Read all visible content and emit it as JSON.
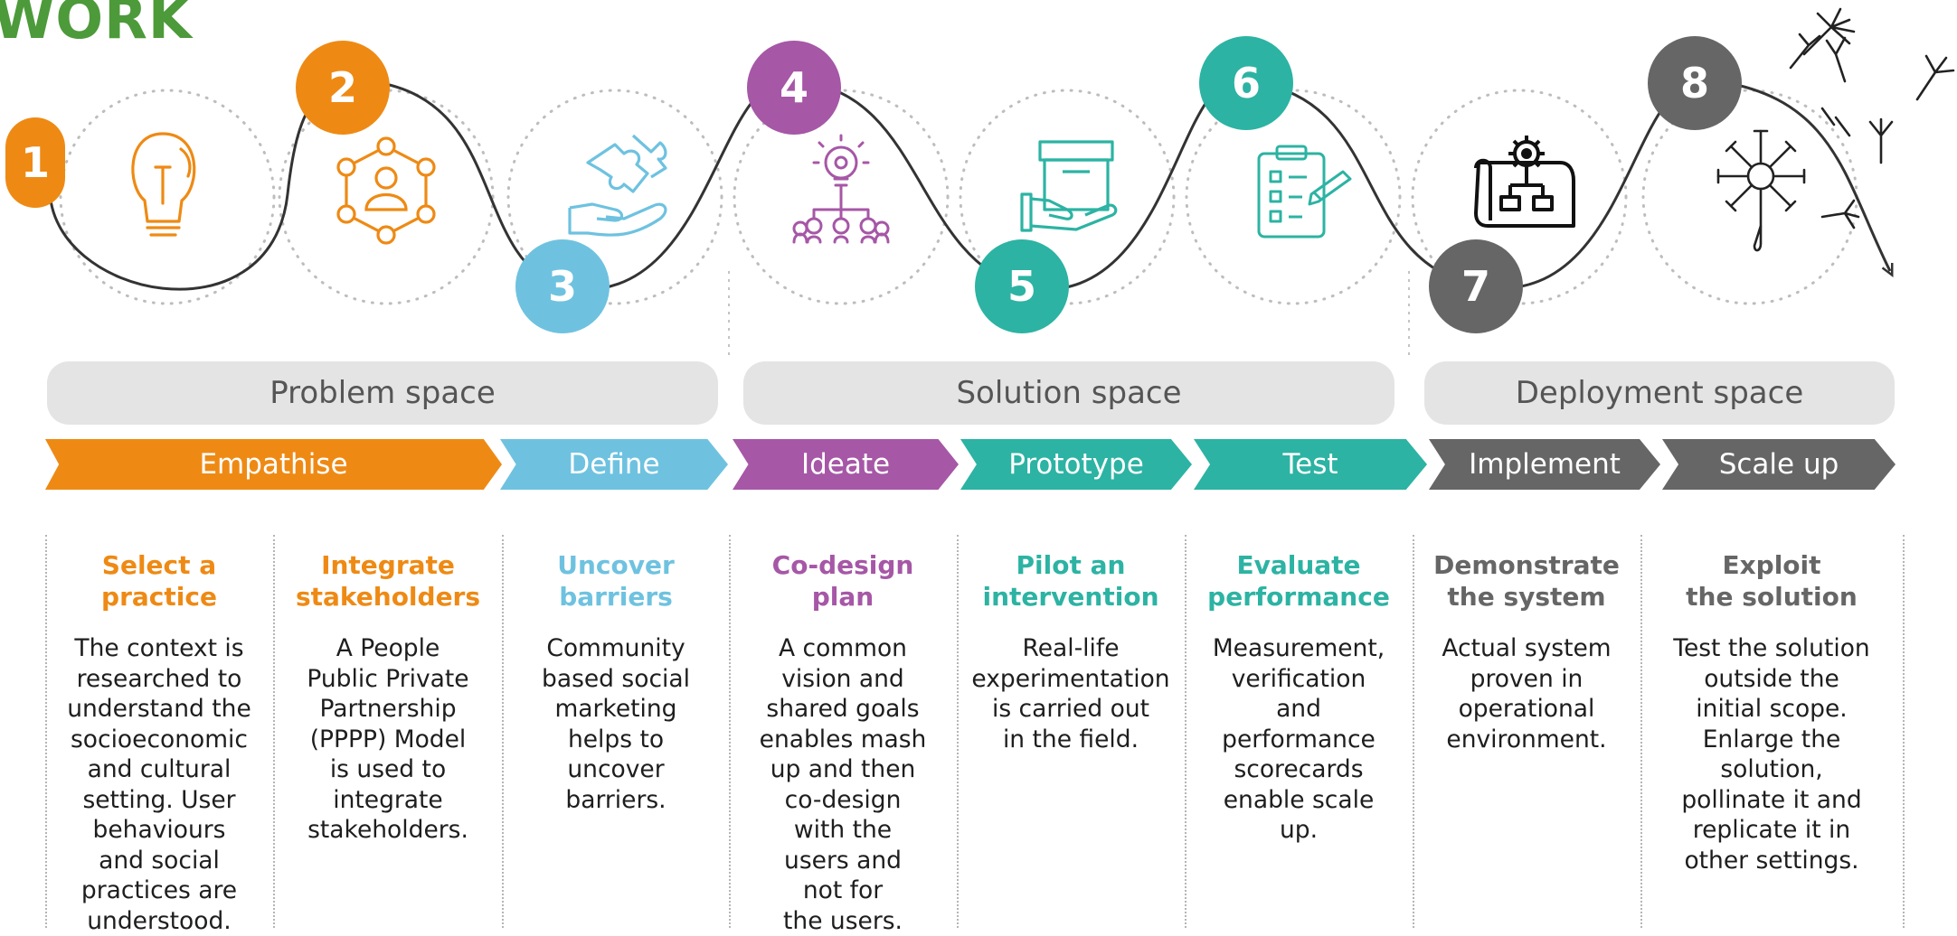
{
  "title": "WORK",
  "colors": {
    "empathise": "#ee8a14",
    "define": "#6ec2e0",
    "ideate": "#a657a6",
    "prototype": "#2cb3a3",
    "test": "#2cb3a3",
    "implement": "#666666",
    "scale_up": "#666666",
    "space_bg": "#e4e4e4"
  },
  "steps": [
    {
      "number": "1",
      "icon": "lightbulb-icon"
    },
    {
      "number": "2",
      "icon": "stakeholder-network-icon"
    },
    {
      "number": "3",
      "icon": "hand-puzzle-icon"
    },
    {
      "number": "4",
      "icon": "idea-team-icon"
    },
    {
      "number": "5",
      "icon": "hand-box-icon"
    },
    {
      "number": "6",
      "icon": "checklist-pen-icon"
    },
    {
      "number": "7",
      "icon": "blueprint-gear-icon"
    },
    {
      "number": "8",
      "icon": "dandelion-icon"
    }
  ],
  "spaces": [
    {
      "label": "Problem space"
    },
    {
      "label": "Solution space"
    },
    {
      "label": "Deployment space"
    }
  ],
  "phases": [
    {
      "label": "Empathise"
    },
    {
      "label": "Define"
    },
    {
      "label": "Ideate"
    },
    {
      "label": "Prototype"
    },
    {
      "label": "Test"
    },
    {
      "label": "Implement"
    },
    {
      "label": "Scale up"
    }
  ],
  "columns": [
    {
      "heading": [
        "Select a",
        "practice"
      ],
      "text": "The context is\nresearched to\nunderstand the\nsocioeconomic\nand cultural\nsetting. User\nbehaviours\nand social\npractices are\nunderstood."
    },
    {
      "heading": [
        "Integrate",
        "stakeholders"
      ],
      "text": "A People\nPublic Private\nPartnership\n(PPPP) Model\nis used to\nintegrate\nstakeholders."
    },
    {
      "heading": [
        "Uncover",
        "barriers"
      ],
      "text": "Community\nbased social\nmarketing\nhelps to\nuncover\nbarriers."
    },
    {
      "heading": [
        "Co-design",
        "plan"
      ],
      "text": "A common\nvision and\nshared goals\nenables mash\nup and then\nco-design\nwith the\nusers and\nnot for\nthe users."
    },
    {
      "heading": [
        "Pilot an",
        "intervention"
      ],
      "text": "Real-life\nexperimentation\nis carried out\nin the field."
    },
    {
      "heading": [
        "Evaluate",
        "performance"
      ],
      "text": "Measurement,\nverification\nand\nperformance\nscorecards\nenable scale\nup."
    },
    {
      "heading": [
        "Demonstrate",
        "the system"
      ],
      "text": "Actual system\nproven in\noperational\nenvironment."
    },
    {
      "heading": [
        "Exploit",
        "the solution"
      ],
      "text": "Test the solution\noutside the\ninitial scope.\nEnlarge the\nsolution,\npollinate it and\nreplicate it in\nother settings."
    }
  ]
}
